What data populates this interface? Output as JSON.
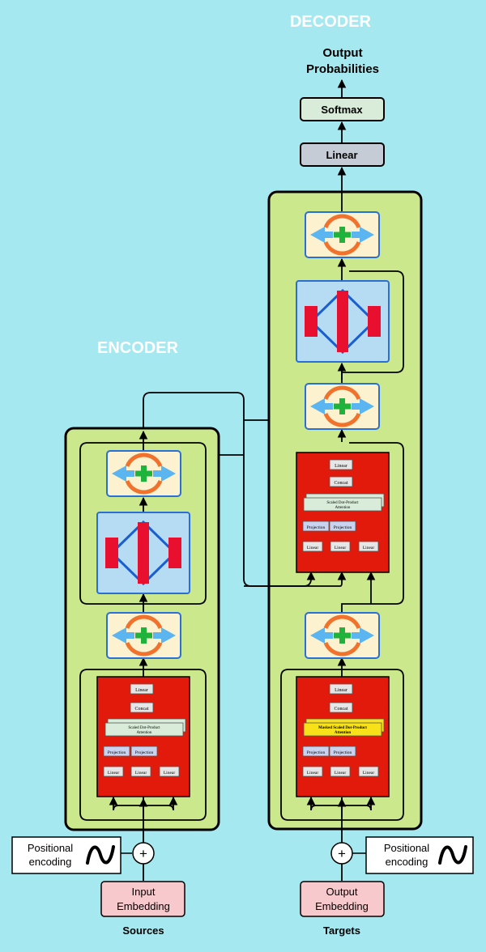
{
  "title": {
    "decoder": "DECODER",
    "encoder": "ENCODER"
  },
  "output": {
    "line1": "Output",
    "line2": "Probabilities"
  },
  "softmax_label": "Softmax",
  "linear_label": "Linear",
  "positional": {
    "line1": "Positional",
    "line2": "encoding",
    "wave": "∼"
  },
  "plus_symbol": "+",
  "input_embedding": {
    "line1": "Input",
    "line2": "Embedding"
  },
  "output_embedding": {
    "line1": "Output",
    "line2": "Embedding"
  },
  "sources_label": "Sources",
  "targets_label": "Targets",
  "attention": {
    "linear": "Linear",
    "concat": "Concat",
    "projection": "Projection",
    "sdpa_line1": "Scaled Dot-Product",
    "sdpa_line2": "Attention",
    "masked_line1": "Masked Scaled Dot-Product",
    "masked_line2": "Attention"
  },
  "colors": {
    "background": "#a6e8ef",
    "block_fill": "#cbe88d",
    "attention_red": "#e21a0b",
    "addnorm_fill": "#fcf2d0",
    "addnorm_border": "#2a6ed8",
    "ff_fill": "#b6dcf3",
    "ff_red": "#e8102e",
    "softmax_fill": "#d8ecd9",
    "linear_fill": "#c5ccd6",
    "embedding_fill": "#f7c9cd",
    "plus_green": "#1fb33b",
    "arrow_blue": "#5ab5f0",
    "arc_orange": "#f0722d",
    "masked_yellow": "#f7e21a"
  }
}
